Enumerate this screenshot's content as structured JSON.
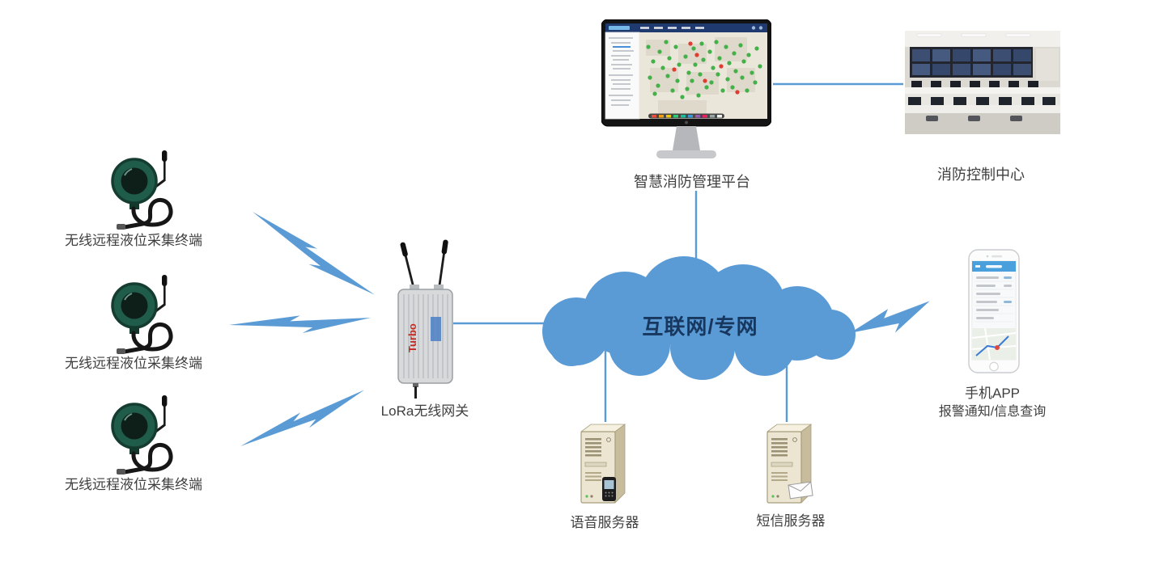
{
  "nodes": {
    "sensors": [
      {
        "label": "无线远程液位采集终端"
      },
      {
        "label": "无线远程液位采集终端"
      },
      {
        "label": "无线远程液位采集终端"
      }
    ],
    "gateway": {
      "label": "LoRa无线网关",
      "device_text": "Turbo"
    },
    "cloud": {
      "label": "互联网/专网"
    },
    "platform": {
      "label": "智慧消防管理平台"
    },
    "control_center": {
      "label": "消防控制中心"
    },
    "phone_app": {
      "label_line1": "手机APP",
      "label_line2": "报警通知/信息查询"
    },
    "voice_server": {
      "label": "语音服务器"
    },
    "sms_server": {
      "label": "短信服务器"
    }
  },
  "colors": {
    "connector": "#5B9BD5",
    "cloud_text": "#17375E",
    "label": "#3F3F3F"
  }
}
